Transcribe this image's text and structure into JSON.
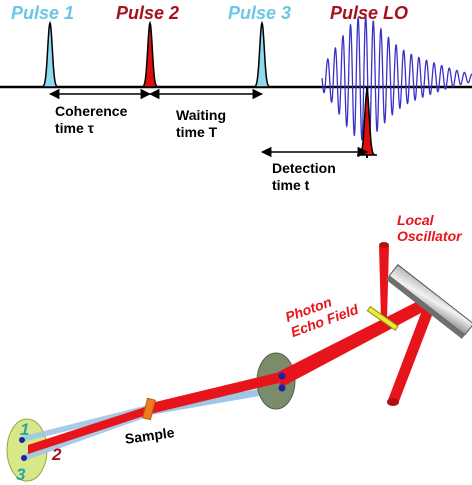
{
  "colors": {
    "pulse_light": "#8fd9ee",
    "pulse_dark": "#dd0d0d",
    "label_light": "#6cc7e6",
    "label_dark": "#a5111c",
    "lo_wave": "#3a32c8",
    "beam_red": "#e8141b",
    "beam_blue": "#9ec6e6",
    "optic_red": "#e8141b"
  },
  "pulse_labels": [
    "Pulse 1",
    "Pulse 2",
    "Pulse 3",
    "Pulse LO"
  ],
  "timing": {
    "coherence": {
      "line1": "Coherence",
      "line2": "time τ"
    },
    "waiting": {
      "line1": "Waiting",
      "line2": "time T"
    },
    "detection": {
      "line1": "Detection",
      "line2": "time t"
    }
  },
  "setup": {
    "local_oscillator": {
      "line1": "Local",
      "line2": "Oscillator"
    },
    "photon_echo": {
      "line1": "Photon",
      "line2": "Echo Field"
    },
    "sample": "Sample",
    "beam_numbers": [
      "1",
      "2",
      "3"
    ]
  }
}
